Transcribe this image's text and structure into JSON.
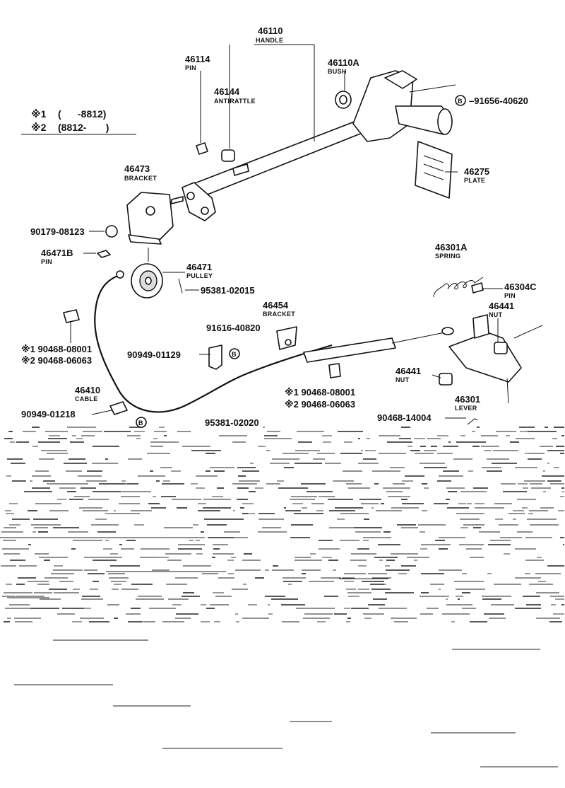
{
  "legend": {
    "line1_mark": "※1",
    "line1_text": "(      -8812)",
    "line2_mark": "※2",
    "line2_text": "(8812-       )"
  },
  "parts": {
    "p46110": {
      "number": "46110",
      "name": "HANDLE"
    },
    "p46114": {
      "number": "46114",
      "name": "PIN"
    },
    "p46110A": {
      "number": "46110A",
      "name": "BUSH"
    },
    "p46144": {
      "number": "46144",
      "name": "ANTIRATTLE"
    },
    "p91656": {
      "number": "91656-40620",
      "mark": "B"
    },
    "p46473": {
      "number": "46473",
      "name": "BRACKET"
    },
    "p46275": {
      "number": "46275",
      "name": "PLATE"
    },
    "p90179": {
      "number": "90179-08123"
    },
    "p46471B": {
      "number": "46471B",
      "name": "PIN"
    },
    "p46471": {
      "number": "46471",
      "name": "PULLEY"
    },
    "p95381a": {
      "number": "95381-02015"
    },
    "p46301A": {
      "number": "46301A",
      "name": "SPRING"
    },
    "p46304C": {
      "number": "46304C",
      "name": "PIN"
    },
    "p46441a": {
      "number": "46441",
      "name": "NUT"
    },
    "p46454": {
      "number": "46454",
      "name": "BRACKET"
    },
    "p91616": {
      "number": "91616-40820",
      "mark": "B"
    },
    "p90949a": {
      "number": "90949-01129"
    },
    "pLeftClip1": {
      "number": "※1 90468-08001"
    },
    "pLeftClip2": {
      "number": "※2 90468-06063"
    },
    "p46441b": {
      "number": "46441",
      "name": "NUT"
    },
    "p46410": {
      "number": "46410",
      "name": "CABLE"
    },
    "pMidClip1": {
      "number": "※1 90468-08001"
    },
    "pMidClip2": {
      "number": "※2 90468-06063"
    },
    "p46301": {
      "number": "46301",
      "name": "LEVER"
    },
    "p90949b": {
      "number": "90949-01218",
      "mark": "B"
    },
    "p95381b": {
      "number": "95381-02020"
    },
    "p90468": {
      "number": "90468-14004"
    }
  }
}
